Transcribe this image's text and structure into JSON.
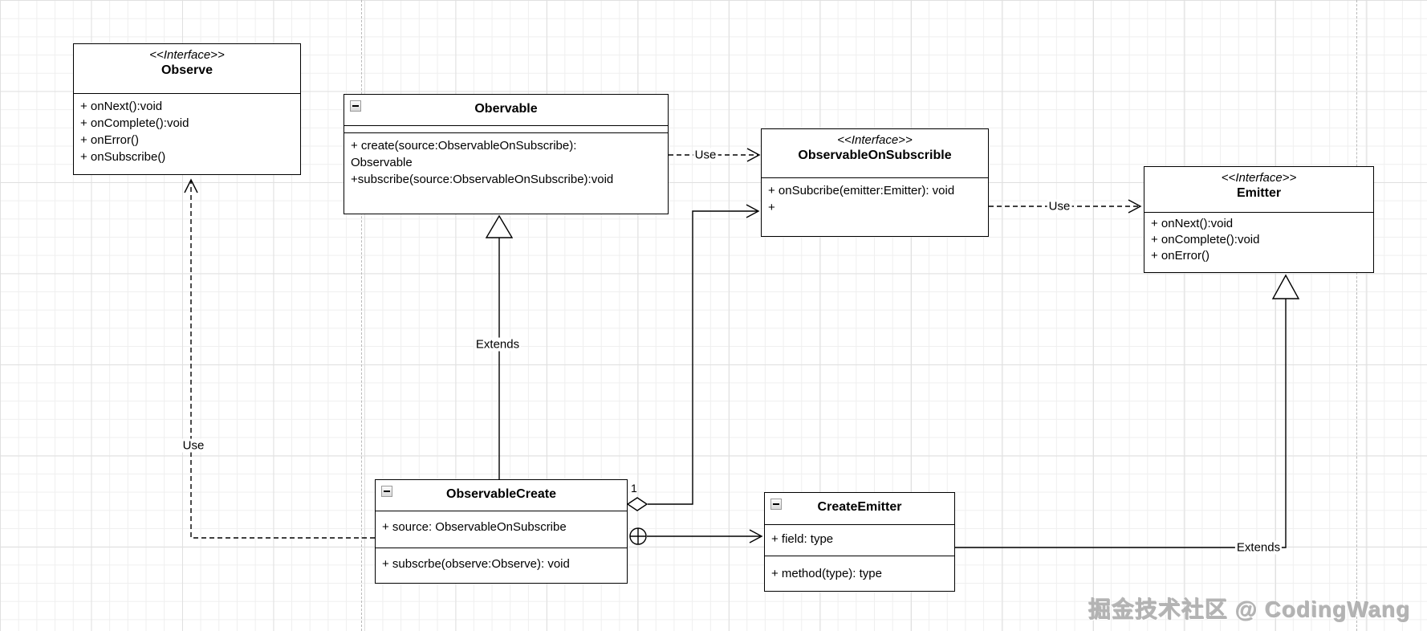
{
  "classes": {
    "observe": {
      "stereotype": "<<Interface>>",
      "name": "Observe",
      "members": [
        "+ onNext():void",
        "+ onComplete():void",
        "+ onError()",
        "+ onSubscribe()"
      ]
    },
    "obervable": {
      "name": "Obervable",
      "method_lines": [
        "+ create(source:ObservableOnSubscribe):",
        "Observable",
        "+subscribe(source:ObservableOnSubscribe):void"
      ]
    },
    "observable_on_subscrible": {
      "stereotype": "<<Interface>>",
      "name": "ObservableOnSubscrible",
      "members": [
        "+ onSubcribe(emitter:Emitter): void",
        "+"
      ]
    },
    "emitter": {
      "stereotype": "<<Interface>>",
      "name": "Emitter",
      "members": [
        "+ onNext():void",
        "+ onComplete():void",
        "+ onError()"
      ]
    },
    "observable_create": {
      "name": "ObservableCreate",
      "attribute": "+ source: ObservableOnSubscribe",
      "method": "+ subscrbe(observe:Observe): void"
    },
    "create_emitter": {
      "name": "CreateEmitter",
      "attribute": "+ field: type",
      "method": "+ method(type): type"
    }
  },
  "edge_labels": {
    "use_obervable_oos": "Use",
    "use_oos_emitter": "Use",
    "use_create_observe": "Use",
    "extends_create_obervable": "Extends",
    "extends_createemitter_emitter": "Extends",
    "multiplicity_one": "1"
  },
  "watermark": "掘金技术社区 @ CodingWang",
  "colors": {
    "line": "#000000",
    "grid_minor": "#efefef",
    "grid_major": "#e0e0e0",
    "page_break": "#b9b9b9",
    "watermark": "#b3b3b3"
  }
}
